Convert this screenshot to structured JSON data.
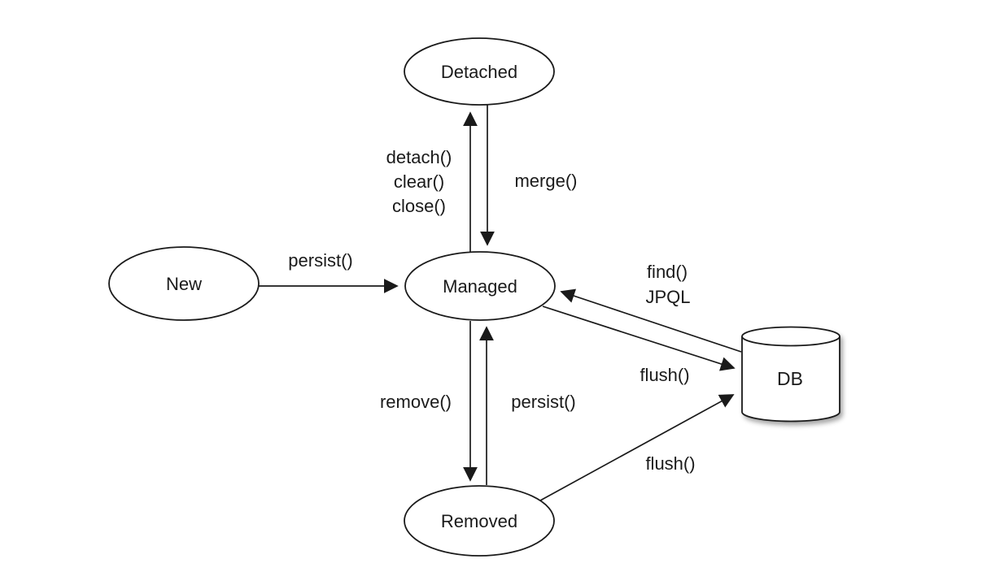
{
  "diagram": {
    "title": "JPA entity lifecycle state diagram",
    "background_color": "#ffffff",
    "stroke_color": "#1a1a1a",
    "text_color": "#1a1a1a",
    "nodes": {
      "new": {
        "label": "New"
      },
      "detached": {
        "label": "Detached"
      },
      "managed": {
        "label": "Managed"
      },
      "removed": {
        "label": "Removed"
      },
      "db": {
        "label": "DB"
      }
    },
    "edges": {
      "new_to_managed": {
        "label": "persist()"
      },
      "managed_to_detached": {
        "labels": [
          "detach()",
          "clear()",
          "close()"
        ]
      },
      "detached_to_managed": {
        "label": "merge()"
      },
      "managed_to_removed": {
        "label": "remove()"
      },
      "removed_to_managed": {
        "label": "persist()"
      },
      "db_to_managed": {
        "labels": [
          "find()",
          "JPQL"
        ]
      },
      "managed_to_db": {
        "label": "flush()"
      },
      "removed_to_db": {
        "label": "flush()"
      }
    }
  }
}
